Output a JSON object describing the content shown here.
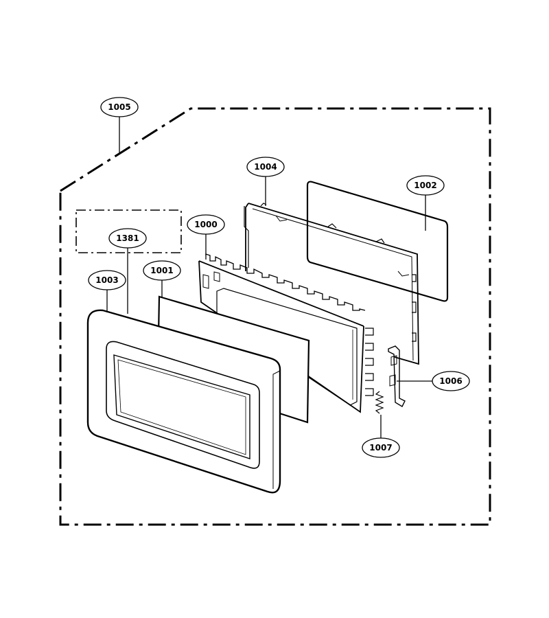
{
  "diagram": {
    "callouts": [
      {
        "id": "1005",
        "label": "1005"
      },
      {
        "id": "1004",
        "label": "1004"
      },
      {
        "id": "1002",
        "label": "1002"
      },
      {
        "id": "1000",
        "label": "1000"
      },
      {
        "id": "1381",
        "label": "1381"
      },
      {
        "id": "1003",
        "label": "1003"
      },
      {
        "id": "1001",
        "label": "1001"
      },
      {
        "id": "1006",
        "label": "1006"
      },
      {
        "id": "1007",
        "label": "1007"
      }
    ]
  }
}
